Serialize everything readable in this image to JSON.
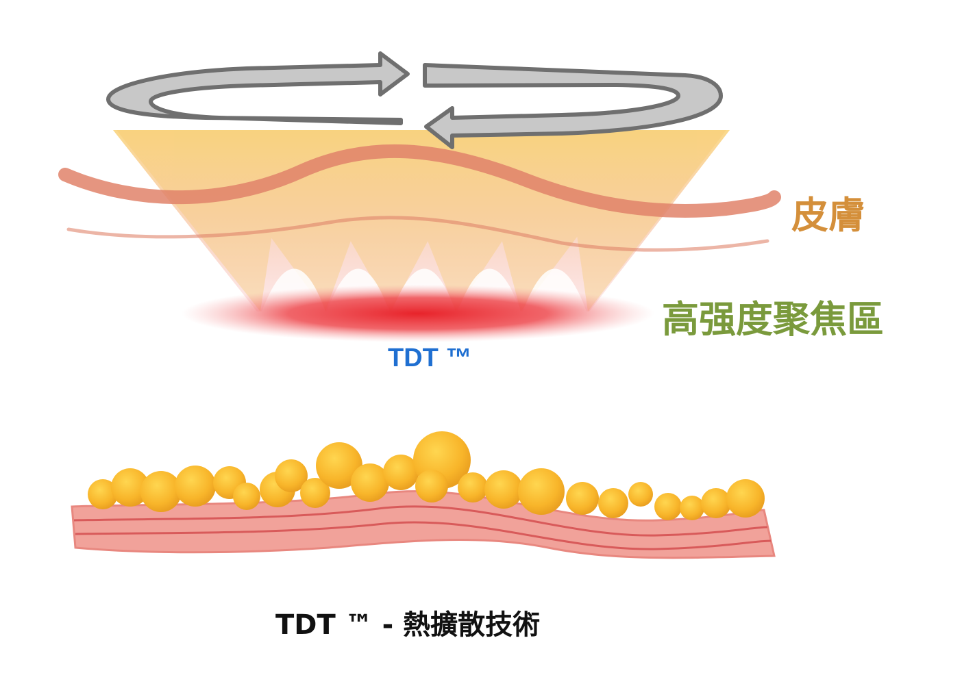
{
  "labels": {
    "skin": "皮膚",
    "focus_zone": "高强度聚焦區",
    "tdt": "TDT ™",
    "caption": "TDT ™ -  熱擴散技術"
  },
  "colors": {
    "skin_label": "#d48f3a",
    "focus_label": "#7a9a3c",
    "tdt_label": "#1f6fd1",
    "caption": "#111111",
    "energy_cone": "#f5b940",
    "focus_band": "#e8232a",
    "fat_cells": "#f7b82c",
    "muscle_band": "#e8877f",
    "rotation_arrow": "#c4c4c4"
  },
  "icons": [
    "rotation-arrow-icon",
    "energy-cone-icon",
    "fat-cell-icon"
  ]
}
